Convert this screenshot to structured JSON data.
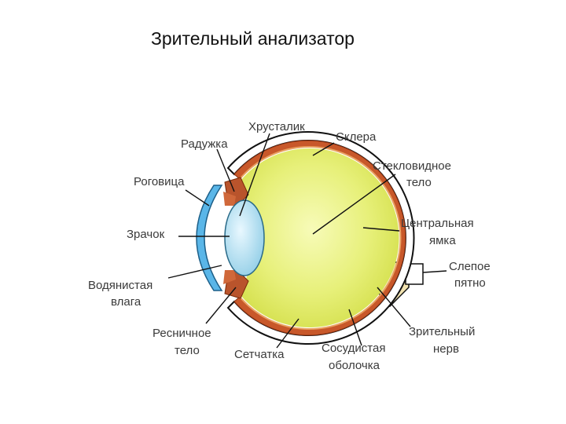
{
  "page": {
    "title": "Зрительный анализатор"
  },
  "labels": {
    "lens": "Хрусталик",
    "sclera": "Склера",
    "iris": "Радужка",
    "vitreous_1": "Стекловидное",
    "vitreous_2": "тело",
    "cornea": "Роговица",
    "fovea_1": "Центральная",
    "fovea_2": "ямка",
    "pupil": "Зрачок",
    "blind_spot_1": "Слепое",
    "blind_spot_2": "пятно",
    "aqueous_1": "Водянистая",
    "aqueous_2": "влага",
    "ciliary_1": "Ресничное",
    "ciliary_2": "тело",
    "retina": "Сетчатка",
    "choroid_1": "Сосудистая",
    "choroid_2": "оболочка",
    "optic_nerve_1": "Зрительный",
    "optic_nerve_2": "нерв"
  },
  "colors": {
    "vitreous": "#e6f07a",
    "lens": "#a8dcf0",
    "cornea": "#5ab6e8",
    "choroid": "#c8582a",
    "sclera": "#ffffff",
    "optic_nerve": "#f2e3b0",
    "leader": "#111111"
  }
}
